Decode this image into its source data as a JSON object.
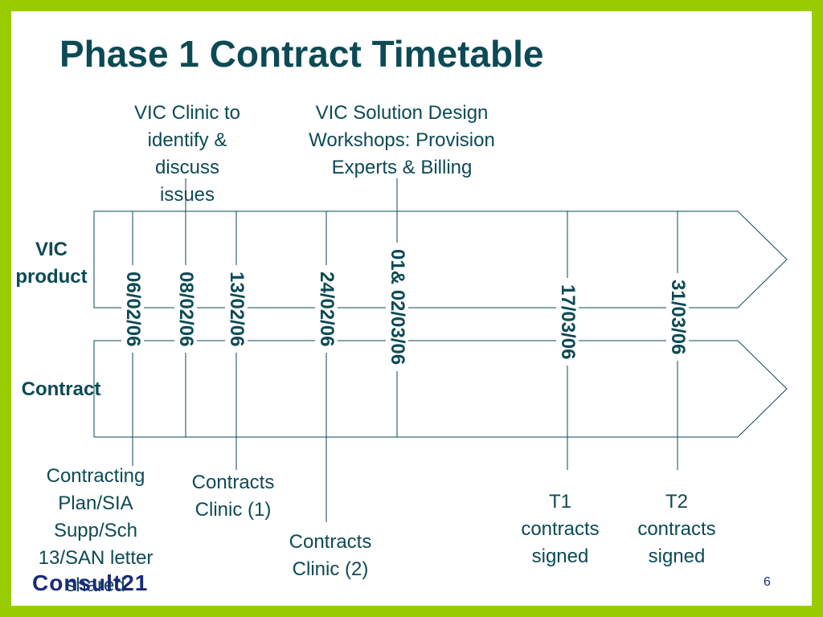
{
  "slide": {
    "title": "Phase 1 Contract Timetable",
    "page_number": "6",
    "logo_text": "Consult21"
  },
  "rows": {
    "vic_product": "VIC\nproduct",
    "contract": "Contract"
  },
  "dates": [
    "06/02/06",
    "08/02/06",
    "13/02/06",
    "24/02/06",
    "01& 02/03/06",
    "17/03/06",
    "31/03/06"
  ],
  "notes": {
    "vic_clinic": "VIC Clinic to\nidentify &\ndiscuss\nissues",
    "vic_solution": "VIC Solution Design\nWorkshops: Provision\nExperts & Billing",
    "contracting_plan": "Contracting\nPlan/SIA\nSupp/Sch\n13/SAN letter\nshared",
    "contracts_clinic_1": "Contracts\nClinic (1)",
    "contracts_clinic_2": "Contracts\nClinic (2)",
    "t1": "T1\ncontracts\nsigned",
    "t2": "T2\ncontracts\nsigned"
  },
  "colors": {
    "frame": "#99cc00",
    "text": "#0c4a55",
    "logo": "#1a2a7a"
  }
}
